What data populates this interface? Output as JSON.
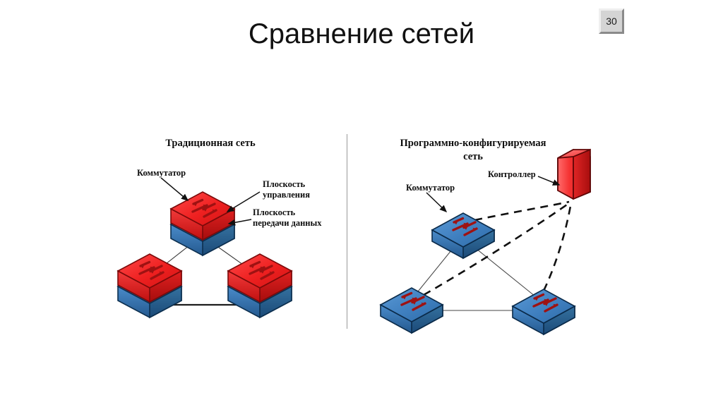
{
  "slide": {
    "title": "Сравнение сетей",
    "number_badge": "30"
  },
  "panels": {
    "left": {
      "heading": "Традиционная сеть",
      "labels": {
        "switch": "Коммутатор",
        "control_plane": "Плоскость управления",
        "data_plane": "Плоскость передачи данных"
      },
      "nodes": [
        {
          "name": "switch-top",
          "type": "switch-two-layer"
        },
        {
          "name": "switch-bottom-left",
          "type": "switch-two-layer"
        },
        {
          "name": "switch-bottom-right",
          "type": "switch-two-layer"
        }
      ]
    },
    "right": {
      "heading_line1": "Программно-конфигурируемая",
      "heading_line2": "сеть",
      "labels": {
        "switch": "Коммутатор",
        "controller": "Контроллер"
      },
      "nodes": [
        {
          "name": "switch-top",
          "type": "switch-flat"
        },
        {
          "name": "switch-bottom-left",
          "type": "switch-flat"
        },
        {
          "name": "switch-bottom-right",
          "type": "switch-flat"
        },
        {
          "name": "controller",
          "type": "controller-box"
        }
      ]
    }
  },
  "colors": {
    "control_plane_red": "#ee2222",
    "control_plane_red_dark": "#b51414",
    "data_plane_blue": "#3f7fbf",
    "data_plane_blue_dark": "#255a8f",
    "controller_red": "#f23c3c",
    "arrow_red": "#9e1212",
    "link_line": "#3a3a3a",
    "dashed_link": "#111111",
    "divider": "#9a9a9a",
    "badge_face": "#d4d4d4"
  }
}
